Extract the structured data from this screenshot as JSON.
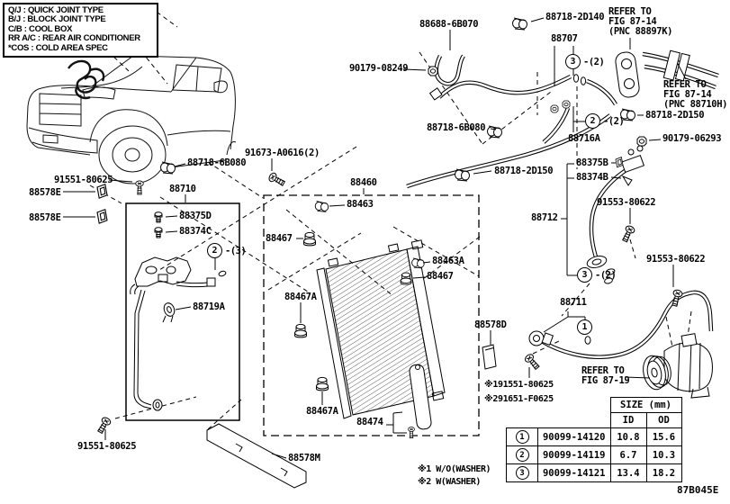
{
  "legend": {
    "lines": [
      "Q/J : QUICK JOINT TYPE",
      "B/J : BLOCK JOINT TYPE",
      "C/B : COOL BOX",
      "RR A/C : REAR AIR CONDITIONER",
      "*COS : COLD AREA SPEC"
    ]
  },
  "labels": {
    "l_88688": "88688-6B070",
    "l_2d140": "88718-2D140",
    "l_88707": "88707",
    "refer_a": "REFER TO\nFIG 87-14\n(PNC 88897K)",
    "refer_b": "REFER TO\nFIG 87-14\n(PNC 88710H)",
    "l_2d150_r": "88718-2D150",
    "l_08249": "90179-08249",
    "l_6b080_top": "88718-6B080",
    "l_2d150_m": "88718-2D150",
    "l_06293": "90179-06293",
    "l_88716a": "88716A",
    "l_375b": "88375B",
    "l_374b": "88374B",
    "l_88712": "88712",
    "l_91553_a": "91553-80622",
    "l_91553_b": "91553-80622",
    "l_88711": "88711",
    "refer_c": "REFER TO\nFIG 87-19",
    "l_91673": "91673-A0616(2)",
    "l_6b080_left": "88718-6B080",
    "l_91551_top": "91551-80625",
    "l_578e_1": "88578E",
    "l_578e_2": "88578E",
    "l_88710": "88710",
    "l_375d": "88375D",
    "l_374c": "88374C",
    "l_88719a": "88719A",
    "l_88460": "88460",
    "l_88463": "88463",
    "l_88467_1": "88467",
    "l_467a_m": "88467A",
    "l_463a": "88463A",
    "l_88467_2": "88467",
    "l_467a_b": "88467A",
    "l_88474": "88474",
    "l_578d": "88578D",
    "wash1": "※191551-80625",
    "wash2": "※291651-F0625",
    "l_91551_bot": "91551-80625",
    "l_578m": "88578M"
  },
  "callouts": {
    "c3_top": {
      "num": "3",
      "qty": "-(2)"
    },
    "c2_mid": {
      "num": "2",
      "qty": "-(2)"
    },
    "c2_left": {
      "num": "2",
      "qty": "-(3)"
    },
    "c3_right": {
      "num": "3",
      "qty": "-(2)"
    },
    "c1": {
      "num": "1",
      "qty": ""
    }
  },
  "table": {
    "size_header": "SIZE (mm)",
    "col_id": "ID",
    "col_od": "OD",
    "rows": [
      {
        "no": "1",
        "part": "90099-14120",
        "id": "10.8",
        "od": "15.6"
      },
      {
        "no": "2",
        "part": "90099-14119",
        "id": "6.7",
        "od": "10.3"
      },
      {
        "no": "3",
        "part": "90099-14121",
        "id": "13.4",
        "od": "18.2"
      }
    ]
  },
  "footnotes": {
    "note1": "※1 W/O(WASHER)",
    "note2": "※2 W(WASHER)"
  },
  "drawing_code": "87B045E"
}
